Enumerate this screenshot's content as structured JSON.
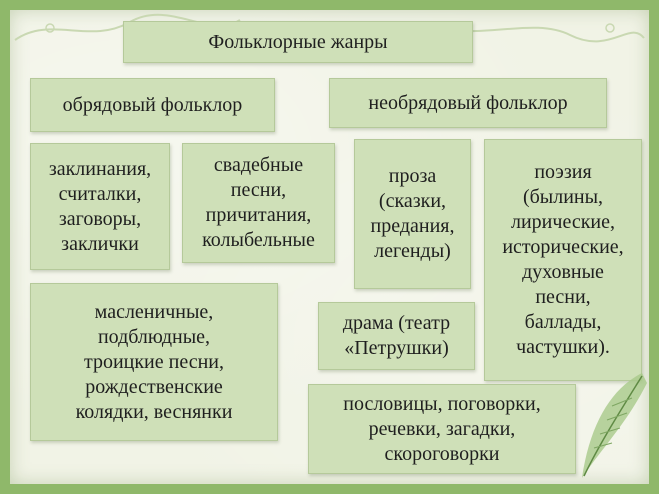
{
  "title": "Фольклорные жанры",
  "branches": {
    "ritual": "обрядовый фольклор",
    "nonritual": "необрядовый фольклор"
  },
  "genres": {
    "incantations": "заклинания,\nсчиталки,\nзаговоры,\nзаклички",
    "wedding": "свадебные\nпесни,\nпричитания,\nколыбельные",
    "calendar": "масленичные,\nподблюдные,\nтроицкие песни,\nрождественские\nколядки, веснянки",
    "prose": "проза\n(сказки,\nпредания,\nлегенды)",
    "poetry": "поэзия\n(былины,\nлирические,\nисторические,\nдуховные\nпесни,\nбаллады,\nчастушки).",
    "drama": "драма (театр\n«Петрушки)",
    "small_forms": "пословицы, поговорки,\nречевки, загадки,\nскороговорки"
  },
  "colors": {
    "frame": "#8fb86a",
    "background": "#f1f3e6",
    "box": "#cfe0b8",
    "text": "#1f1f1f"
  },
  "icons": {
    "feather": "quill-feather-icon",
    "corner_ornament": "floral-ornament-icon"
  }
}
